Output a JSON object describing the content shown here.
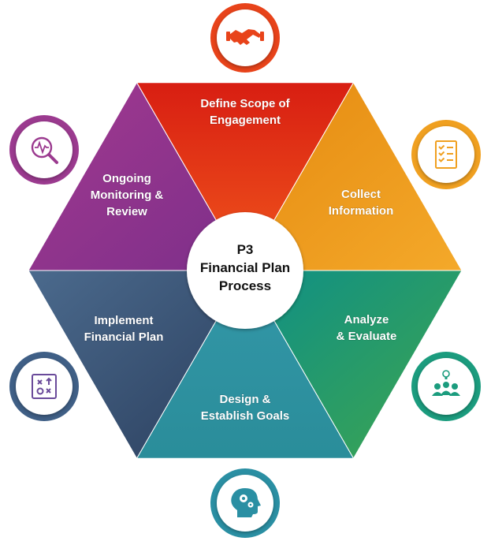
{
  "center": {
    "line1": "P3",
    "line2": "Financial Plan",
    "line3": "Process"
  },
  "segments": [
    {
      "line1": "Define  Scope  of",
      "line2": "Engagement",
      "color": "#e8431a",
      "icon": "handshake-icon"
    },
    {
      "line1": "Collect",
      "line2": "Information",
      "color": "#f0a020",
      "icon": "checklist-icon"
    },
    {
      "line1": "Analyze",
      "line2": "& Evaluate",
      "color": "#1b9c7e",
      "icon": "team-idea-icon"
    },
    {
      "line1": "Design  &",
      "line2": "Establish  Goals",
      "color": "#2a8fa3",
      "icon": "head-gears-icon"
    },
    {
      "line1": "Implement",
      "line2": "Financial  Plan",
      "color": "#3f5f86",
      "icon": "strategy-board-icon"
    },
    {
      "line1": "Ongoing",
      "line2": "Monitoring  &",
      "line3": "Review",
      "color": "#9b3a8f",
      "icon": "magnifier-pulse-icon"
    }
  ]
}
